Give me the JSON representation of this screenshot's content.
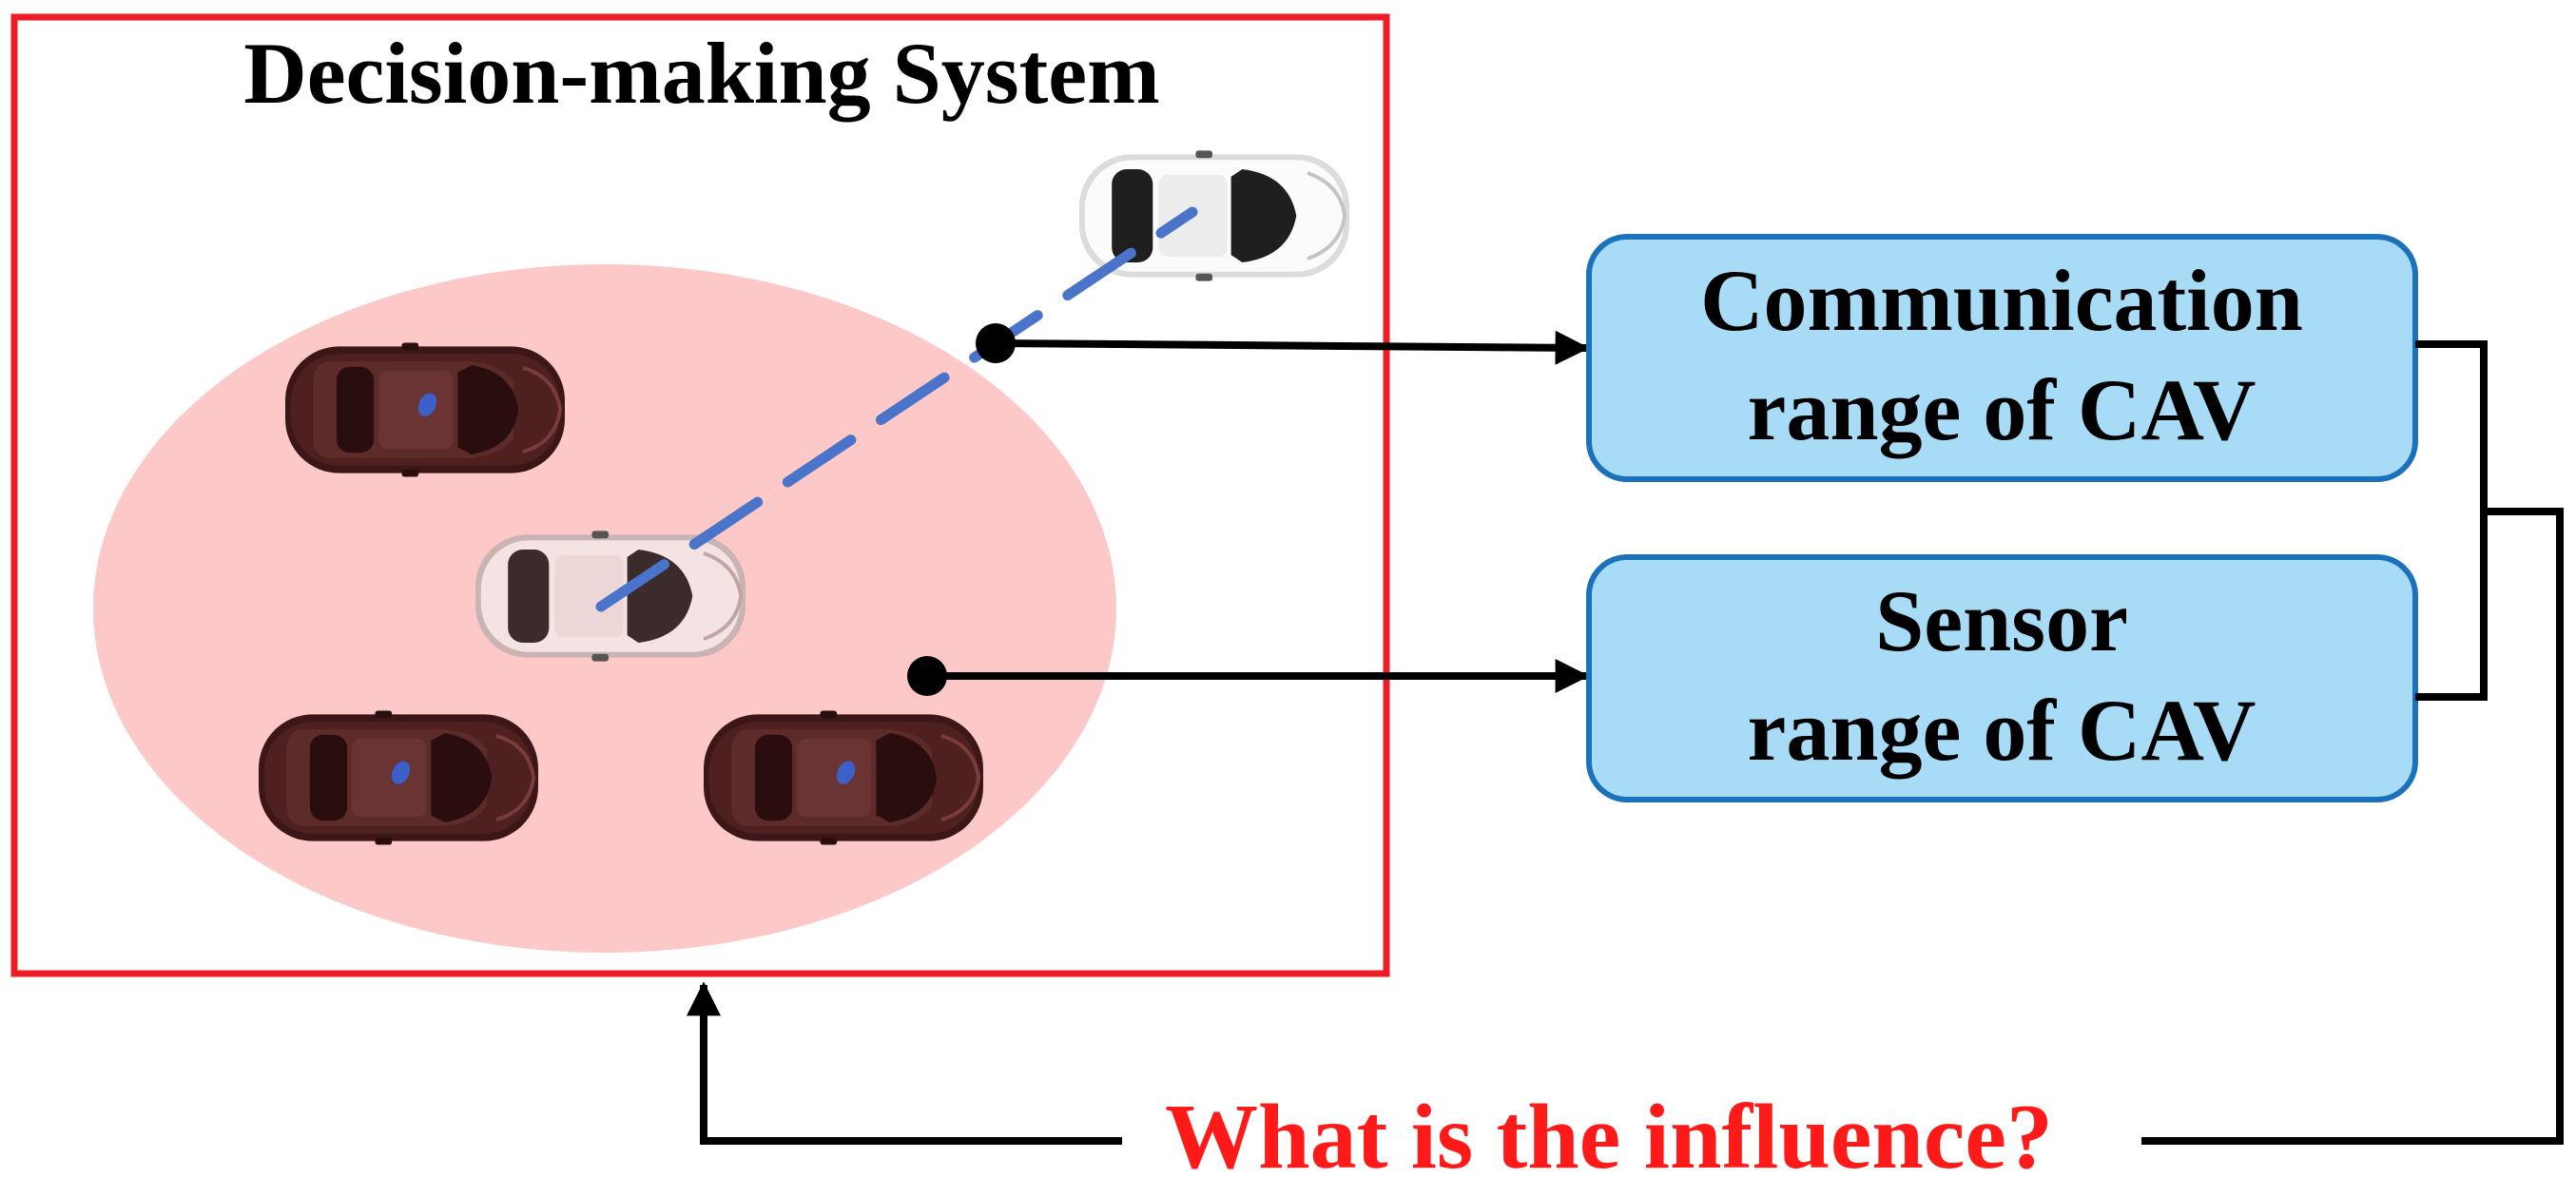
{
  "system": {
    "title": "Decision-making System",
    "border_color": "#ee1c25",
    "range_fill": "#fcc8c8"
  },
  "boxes": [
    {
      "id": "communication",
      "line1": "Communication",
      "line2": "range of CAV"
    },
    {
      "id": "sensor",
      "line1": "Sensor",
      "line2": "range of CAV"
    }
  ],
  "box_style": {
    "fill": "#a8dcf6",
    "stroke": "#1b72bb"
  },
  "question": {
    "text": "What is the influence?",
    "color": "#ff1a1a"
  },
  "colors": {
    "link_line": "#4a74c9",
    "arrow": "#000000",
    "dark_car_body": "#4a1e1e",
    "dark_car_roof": "#5e2b2b",
    "light_car_body": "#f6f6f6",
    "pink_car_body": "#f3dcdc"
  },
  "icons": {
    "connected_car": "white-car-icon",
    "ego_car": "ego-car-icon",
    "surrounding_cars": "dark-car-icon"
  }
}
